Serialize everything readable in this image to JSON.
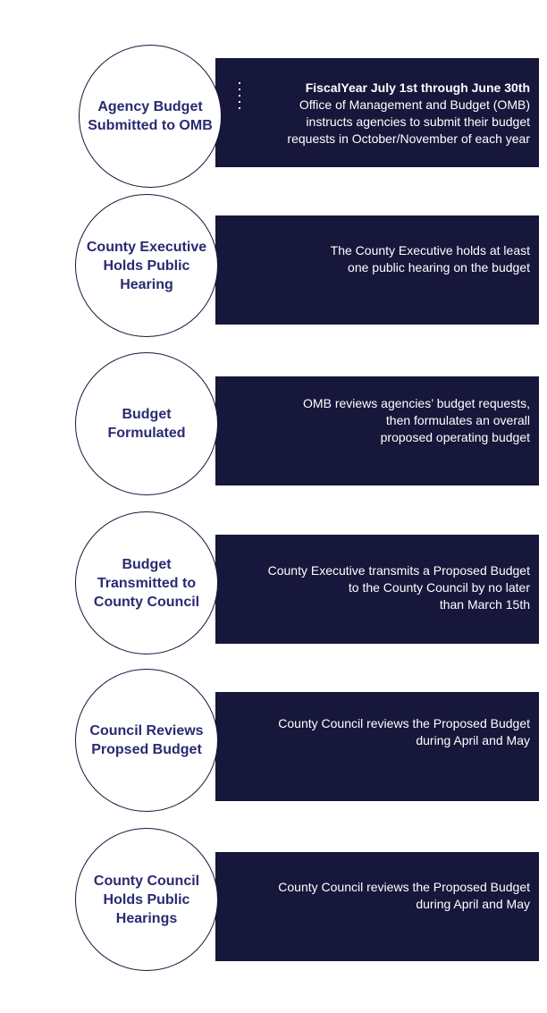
{
  "steps": [
    {
      "circle_lines": [
        "Agency Budget",
        "Submitted to OMB"
      ],
      "desc_title": "FiscalYear July 1st through June 30th",
      "desc_lines": [
        "Office of Management and Budget (OMB)",
        "instructs agencies to submit their budget",
        "requests in October/November of each year"
      ]
    },
    {
      "circle_lines": [
        "County Executive",
        "Holds Public",
        "Hearing"
      ],
      "desc_title": "",
      "desc_lines": [
        "The County Executive holds at least",
        "one public hearing on the budget"
      ]
    },
    {
      "circle_lines": [
        "Budget",
        "Formulated"
      ],
      "desc_title": "",
      "desc_lines": [
        "OMB reviews agencies’ budget requests,",
        "then formulates an overall",
        "proposed operating budget"
      ]
    },
    {
      "circle_lines": [
        "Budget",
        "Transmitted to",
        "County Council"
      ],
      "desc_title": "",
      "desc_lines": [
        "County Executive transmits a Proposed Budget",
        "to the County Council by no later",
        "than March 15th"
      ]
    },
    {
      "circle_lines": [
        "Council Reviews",
        "Propsed Budget"
      ],
      "desc_title": "",
      "desc_lines": [
        "County Council reviews the Proposed Budget",
        "during April and May"
      ]
    },
    {
      "circle_lines": [
        "County Council",
        "Holds Public",
        "Hearings"
      ],
      "desc_title": "",
      "desc_lines": [
        "County Council reviews the Proposed Budget",
        "during April and May"
      ]
    }
  ],
  "colors": {
    "bar": "#16173a",
    "circle_text": "#2a2a72",
    "desc_text": "#ffffff"
  }
}
